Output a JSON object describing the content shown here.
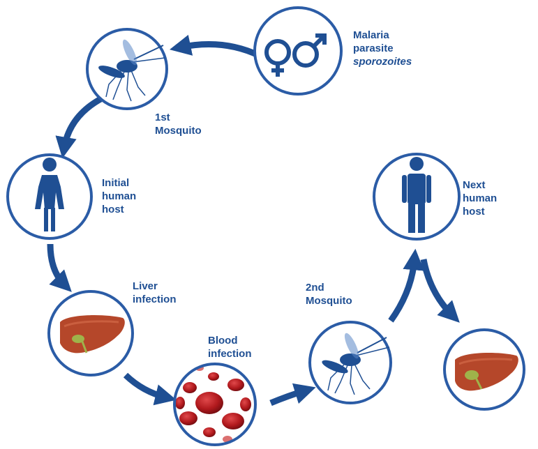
{
  "colors": {
    "accent": "#1f4f93",
    "ring": "#2b5ca6",
    "liver": "#b5472a",
    "gallbladder": "#9fb34a",
    "blood": "#b1191d"
  },
  "icons": {
    "parasite": "male-female-symbols-icon",
    "mosquito": "mosquito-icon",
    "female": "woman-icon",
    "male": "man-icon",
    "liver": "liver-icon",
    "blood": "red-blood-cells-icon"
  },
  "labels": {
    "parasite": {
      "line1": "Malaria",
      "line2": "parasite",
      "line3": "sporozoites"
    },
    "mosquito1": {
      "line1": "1st",
      "line2": "Mosquito"
    },
    "initial_host": {
      "line1": "Initial",
      "line2": "human",
      "line3": "host"
    },
    "liver": {
      "line1": "Liver",
      "line2": "infection"
    },
    "blood": {
      "line1": "Blood",
      "line2": "infection"
    },
    "mosquito2": {
      "line1": "2nd",
      "line2": "Mosquito"
    },
    "next_host": {
      "line1": "Next",
      "line2": "human",
      "line3": "host"
    }
  }
}
